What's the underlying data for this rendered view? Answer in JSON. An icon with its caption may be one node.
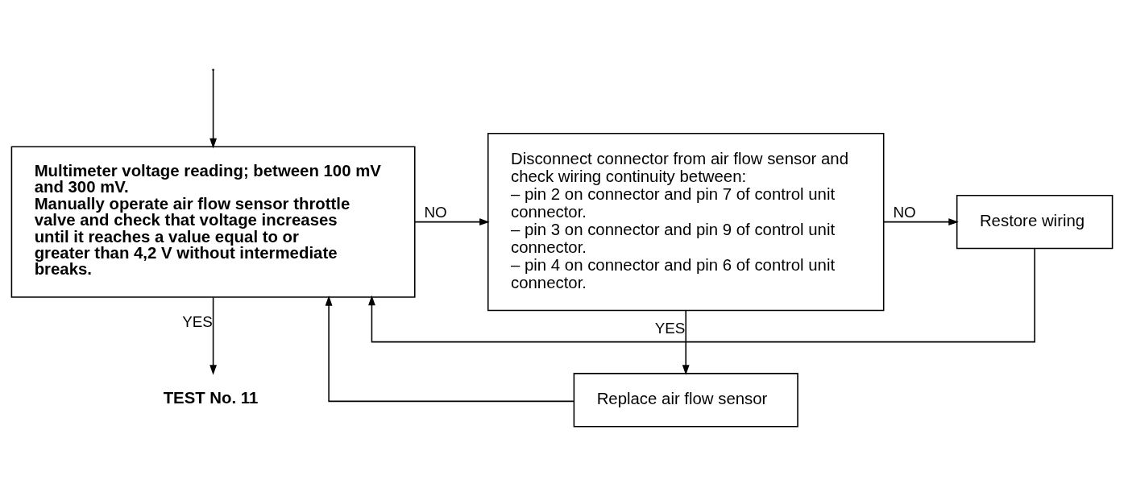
{
  "diagram": {
    "nodes": [
      {
        "text": [
          "Multimeter voltage reading; between 100 mV and 300 mV.",
          "Manually operate air flow sensor throttle valve and check that voltage increases until it reaches a value equal to or greater than 4,2 V without intermediate breaks."
        ]
      },
      {
        "text": [
          "Disconnect connector from air flow sensor and check wiring continuity between:",
          "– pin 2 on connector and pin 7 of control unit connector.",
          "– pin 3 on connector and pin 9 of control unit connector.",
          "– pin 4 on connector and pin 6 of control unit connector."
        ]
      },
      {
        "text": [
          "Restore wiring"
        ]
      },
      {
        "text": [
          "Replace air flow sensor"
        ]
      },
      {
        "text": [
          "TEST No. 11"
        ]
      }
    ],
    "edges": [
      {
        "from": null,
        "to": 0,
        "arrow": "to"
      },
      {
        "from": 0,
        "to": 1,
        "label": "NO",
        "arrow": "to"
      },
      {
        "from": 1,
        "to": 2,
        "label": "NO",
        "arrow": "to"
      },
      {
        "from": 1,
        "to": 3,
        "label": "YES",
        "arrow": "to"
      },
      {
        "from": 0,
        "to": 4,
        "label": "YES",
        "arrow": "to"
      },
      {
        "from": 2,
        "to": 0,
        "arrow": "to"
      },
      {
        "from": 3,
        "to": 0,
        "arrow": "to"
      }
    ]
  }
}
